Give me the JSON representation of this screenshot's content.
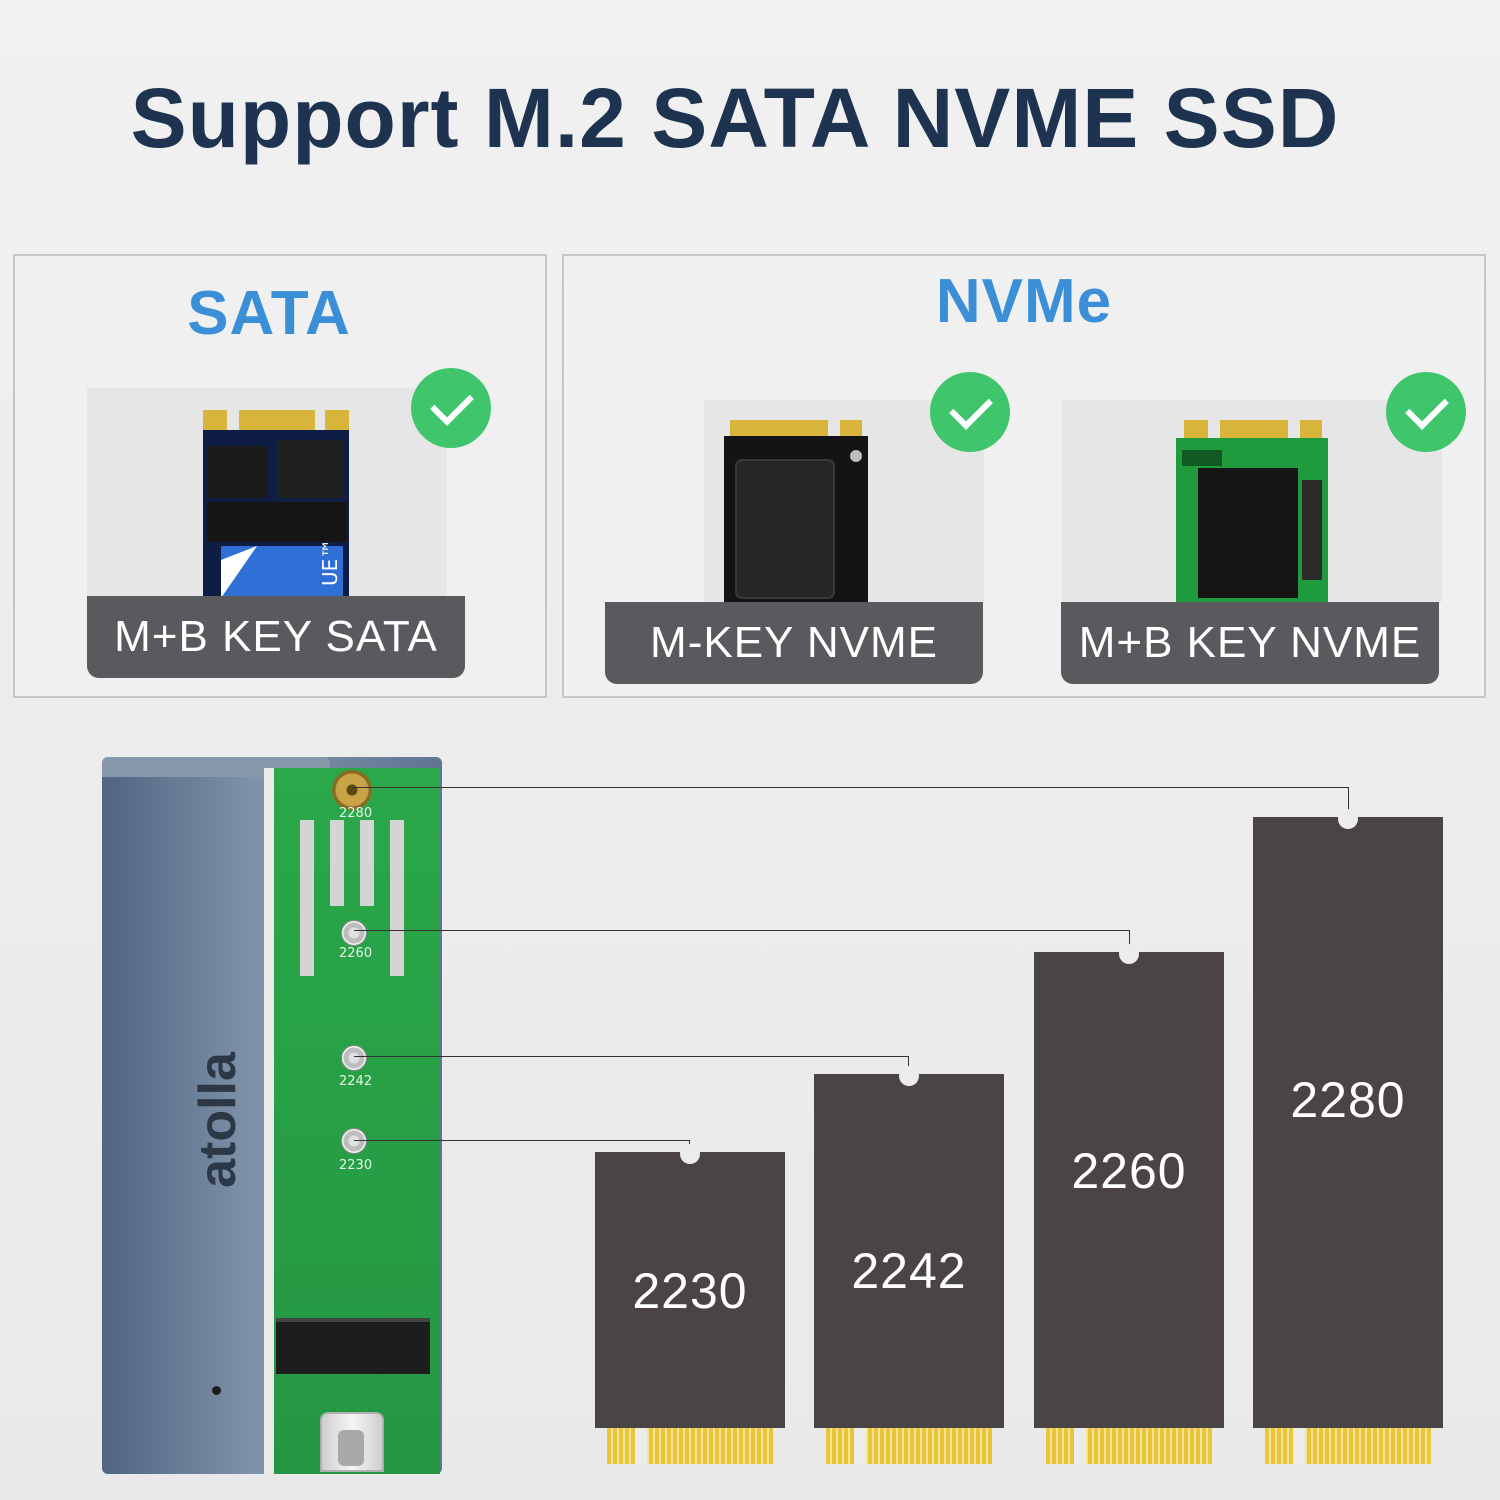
{
  "headline": "Support M.2 SATA NVME SSD",
  "sata_box": {
    "title": "SATA",
    "label": "M+B KEY SATA",
    "check_icon": "check-circle-icon",
    "sticker_text": "UE™"
  },
  "nvme_box": {
    "title": "NVMe",
    "items": [
      {
        "label": "M-KEY NVME",
        "check_icon": "check-circle-icon"
      },
      {
        "label": "M+B KEY NVME",
        "check_icon": "check-circle-icon"
      }
    ]
  },
  "enclosure": {
    "brand": "atolla",
    "mount_marks": [
      "2280",
      "2260",
      "2242",
      "2230"
    ]
  },
  "size_cards": [
    "2230",
    "2242",
    "2260",
    "2280"
  ],
  "colors": {
    "headline": "#1e3350",
    "title_blue": "#3a8fd6",
    "label_bar": "#5a5a5e",
    "check_green": "#3fc56c",
    "card_dark": "#4a4444",
    "pcb_green": "#2aa84a"
  }
}
